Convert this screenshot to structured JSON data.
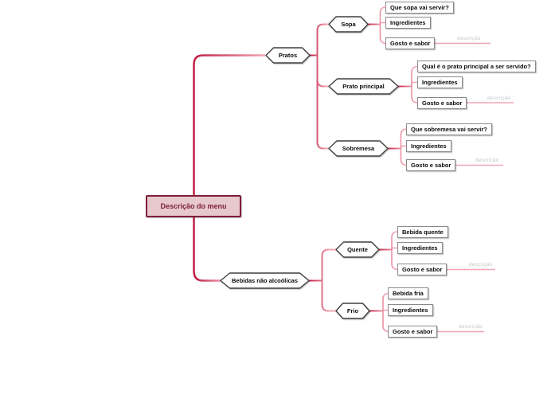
{
  "palette": {
    "edge_dark": "#c22245",
    "edge_light": "#f2a5b5",
    "root_fill": "#e6c8cd",
    "root_border": "#7e1d3a",
    "root_text": "#7e1d3a",
    "hexagon_border": "#3f3f3f",
    "box_border": "#8a8a8a",
    "node_text": "#0a0a0a",
    "hint_text": "#c6c6c6",
    "background": "#ffffff"
  },
  "mindmap": {
    "root": {
      "label": "Descrição do menu"
    },
    "branches": [
      {
        "label": "Pratos",
        "children": [
          {
            "label": "Sopa",
            "children": [
              {
                "label": "Que sopa vai servir?"
              },
              {
                "label": "Ingredientes"
              },
              {
                "label": "Gosto e sabor",
                "children": [
                  {
                    "label": "descrição"
                  }
                ]
              }
            ]
          },
          {
            "label": "Prato principal",
            "children": [
              {
                "label": "Qual é o prato principal a ser servido?"
              },
              {
                "label": "Ingredientes"
              },
              {
                "label": "Gosto e sabor",
                "children": [
                  {
                    "label": "descrição"
                  }
                ]
              }
            ]
          },
          {
            "label": "Sobremesa",
            "children": [
              {
                "label": "Que sobremesa vai servir?"
              },
              {
                "label": "Ingredientes"
              },
              {
                "label": "Gosto e sabor",
                "children": [
                  {
                    "label": "descrição"
                  }
                ]
              }
            ]
          }
        ]
      },
      {
        "label": "Bebidas não alcoólicas",
        "children": [
          {
            "label": "Quente",
            "children": [
              {
                "label": "Bebida quente"
              },
              {
                "label": "Ingredientes"
              },
              {
                "label": "Gosto e sabor",
                "children": [
                  {
                    "label": "descrição"
                  }
                ]
              }
            ]
          },
          {
            "label": "Frio",
            "children": [
              {
                "label": "Bebida fria"
              },
              {
                "label": "Ingredientes"
              },
              {
                "label": "Gosto e sabor",
                "children": [
                  {
                    "label": "descrição"
                  }
                ]
              }
            ]
          }
        ]
      }
    ]
  }
}
